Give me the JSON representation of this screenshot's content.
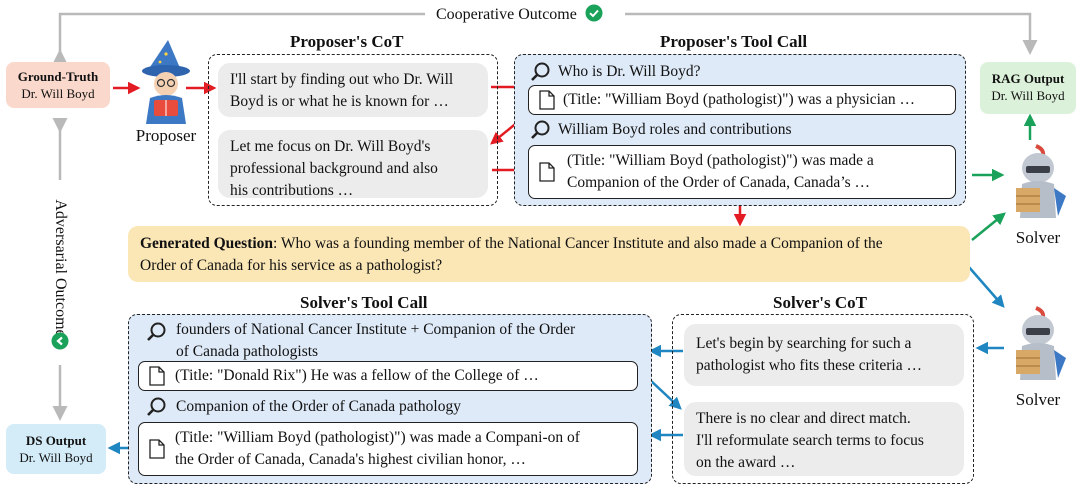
{
  "top_label": "Cooperative Outcome",
  "side_label": "Adversarial Outcome",
  "ground_truth": {
    "title": "Ground-Truth",
    "value": "Dr. Will Boyd"
  },
  "rag_output": {
    "title": "RAG Output",
    "value": "Dr. Will Boyd"
  },
  "ds_output": {
    "title": "DS Output",
    "value": "Dr. Will Boyd"
  },
  "proposer_label": "Proposer",
  "solver_label_top": "Solver",
  "solver_label_bottom": "Solver",
  "proposer_cot": {
    "title": "Proposer's CoT",
    "bubble1": [
      "I'll start by finding out who Dr. Will",
      "Boyd is or what he is known for …"
    ],
    "bubble2": [
      "Let me focus on Dr. Will Boyd's",
      "professional background and also",
      "his contributions …"
    ]
  },
  "proposer_tool": {
    "title": "Proposer's Tool Call",
    "query1": "Who is Dr. Will Boyd?",
    "result1": "(Title: \"William Boyd (pathologist)\") was a physician …",
    "query2": "William Boyd roles and contributions",
    "result2": [
      "(Title: \"William Boyd (pathologist)\") was made a",
      "Companion of the Order of Canada, Canada’s …"
    ]
  },
  "generated_question": {
    "label": "Generated Question",
    "line1": ": Who was a founding member of the National Cancer Institute and also made a Companion of the",
    "line2": "Order of Canada for his service as a pathologist?"
  },
  "solver_tool": {
    "title": "Solver's Tool Call",
    "query1": [
      "founders of National Cancer Institute + Companion of the Order",
      "of Canada pathologists"
    ],
    "result1": "(Title: \"Donald Rix\") He was a fellow of the College of …",
    "query2": "Companion of the Order of Canada pathology",
    "result2": [
      "(Title: \"William Boyd (pathologist)\") was made a Compani-on of",
      "the Order of Canada, Canada's highest civilian honor, …"
    ]
  },
  "solver_cot": {
    "title": "Solver's CoT",
    "bubble1": [
      "Let's begin by searching for such a",
      "pathologist who fits these criteria …"
    ],
    "bubble2": [
      "There is no clear and direct match.",
      "I'll reformulate search terms to focus",
      "on the award …"
    ]
  },
  "colors": {
    "red": "#e31b23",
    "green": "#1aa15a",
    "blue": "#1f86c1",
    "gray": "#b9b9b9"
  }
}
